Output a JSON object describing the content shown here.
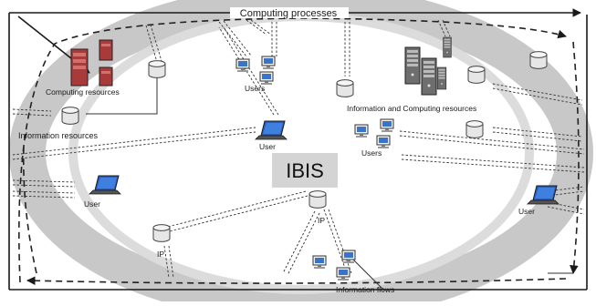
{
  "diagram": {
    "center_label": "IBIS",
    "labels": {
      "computing_processes": "Computing processes",
      "computing_resources": "Computing resources",
      "information_resources": "Information  resources",
      "info_and_computing_resources": "Information and Computing resources",
      "users_top": "Users",
      "users_mid": "Users",
      "user_laptop_center": "User",
      "user_laptop_left": "User",
      "user_laptop_right": "User",
      "ip_center": "IP",
      "ip_left": "IP",
      "information_flows": "Information flows"
    },
    "icons": [
      "server-rack-icon",
      "database-icon",
      "laptop-icon",
      "desktop-computer-icon"
    ],
    "colors": {
      "ellipse_gray": "#c8c8c8",
      "frame": "#1a1a1a",
      "dashed_loop": "#222222",
      "server_red": "#a93a3a",
      "server_gray": "#6e6e6e",
      "laptop_blue": "#2a5db8"
    }
  }
}
